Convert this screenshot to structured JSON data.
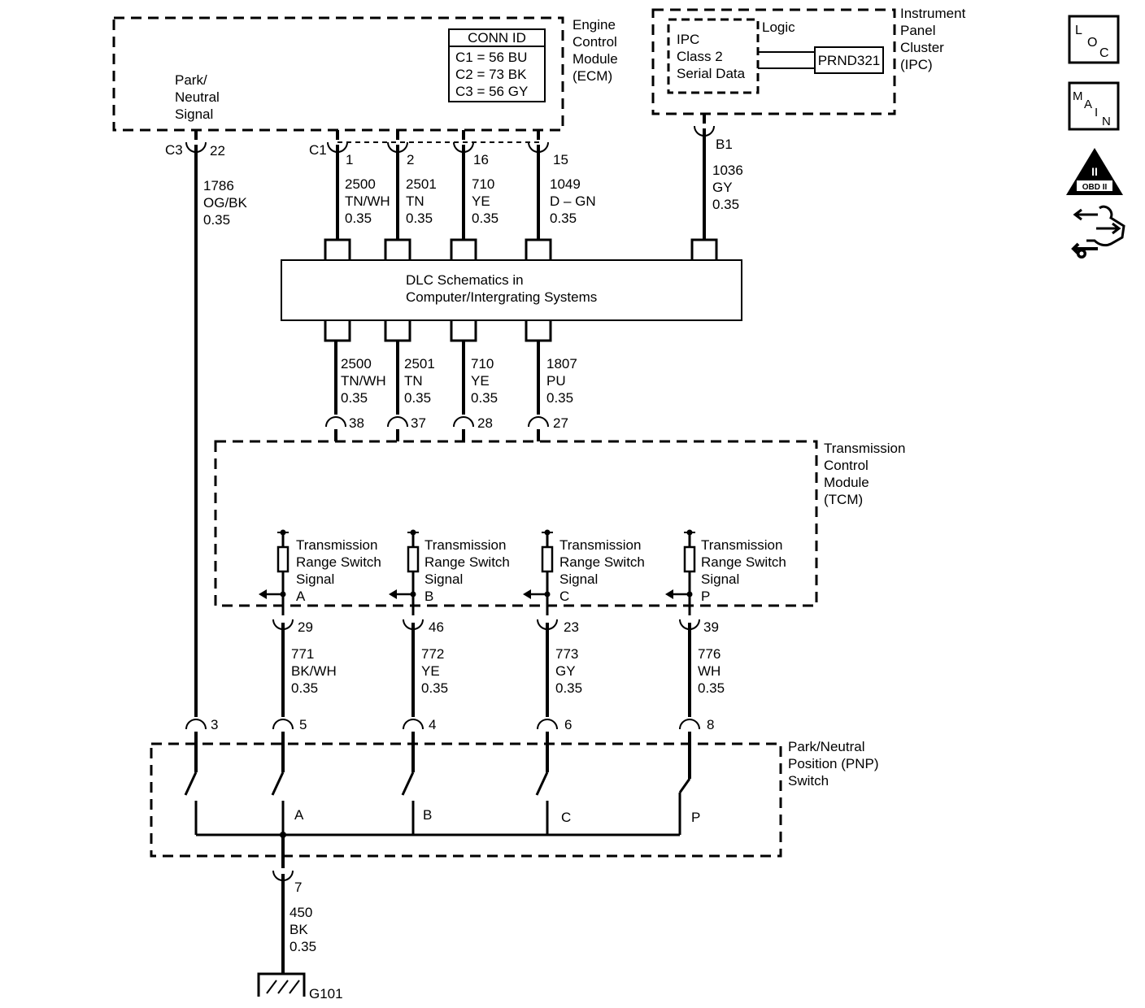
{
  "ecm": {
    "name_lines": [
      "Engine",
      "Control",
      "Module",
      "(ECM)"
    ],
    "signal_lines": [
      "Park/",
      "Neutral",
      "Signal"
    ],
    "conn_id": {
      "header": "CONN ID",
      "rows": [
        "C1 = 56 BU",
        "C2 = 73 BK",
        "C3 = 56 GY"
      ]
    }
  },
  "ipc": {
    "name_lines": [
      "Instrument",
      "Panel",
      "Cluster",
      "(IPC)"
    ],
    "logic_label": "Logic",
    "inner_lines": [
      "IPC",
      "Class 2",
      "Serial Data"
    ],
    "prnd_label": "PRND321"
  },
  "dlc": {
    "lines": [
      "DLC Schematics in",
      "Computer/Intergrating Systems"
    ]
  },
  "tcm": {
    "name_lines": [
      "Transmission",
      "Control",
      "Module",
      "(TCM)"
    ],
    "switch_label_lines": [
      "Transmission",
      "Range Switch",
      "Signal"
    ],
    "signals": [
      "A",
      "B",
      "C",
      "P"
    ]
  },
  "pnp": {
    "name_lines": [
      "Park/Neutral",
      "Position (PNP)",
      "Switch"
    ],
    "contacts": [
      "A",
      "B",
      "C",
      "P"
    ]
  },
  "connectors": {
    "c3_label": "C3",
    "c1_label": "C1",
    "ecm_pins": [
      "22",
      "1",
      "2",
      "16",
      "15"
    ],
    "ipc_pin": "B1",
    "tcm_top_pins": [
      "38",
      "37",
      "28",
      "27"
    ],
    "tcm_bottom_pins": [
      "29",
      "46",
      "23",
      "39"
    ],
    "pnp_pins": [
      "3",
      "5",
      "4",
      "6",
      "8"
    ],
    "ground_pin": "7"
  },
  "wires": {
    "park_neutral": [
      "1786",
      "OG/BK",
      "0.35"
    ],
    "ecm_to_dlc": [
      [
        "2500",
        "TN/WH",
        "0.35"
      ],
      [
        "2501",
        "TN",
        "0.35"
      ],
      [
        "710",
        "YE",
        "0.35"
      ],
      [
        "1049",
        "D – GN",
        "0.35"
      ]
    ],
    "ipc_to_dlc": [
      "1036",
      "GY",
      "0.35"
    ],
    "dlc_to_tcm": [
      [
        "2500",
        "TN/WH",
        "0.35"
      ],
      [
        "2501",
        "TN",
        "0.35"
      ],
      [
        "710",
        "YE",
        "0.35"
      ],
      [
        "1807",
        "PU",
        "0.35"
      ]
    ],
    "tcm_to_pnp": [
      [
        "771",
        "BK/WH",
        "0.35"
      ],
      [
        "772",
        "YE",
        "0.35"
      ],
      [
        "773",
        "GY",
        "0.35"
      ],
      [
        "776",
        "WH",
        "0.35"
      ]
    ],
    "ground_wire": [
      "450",
      "BK",
      "0.35"
    ]
  },
  "ground_label": "G101",
  "side_icons": {
    "loc": [
      "L",
      "O",
      "C"
    ],
    "main": [
      "M",
      "A",
      "I",
      "N"
    ],
    "obd": [
      "II",
      "OBD II"
    ]
  }
}
